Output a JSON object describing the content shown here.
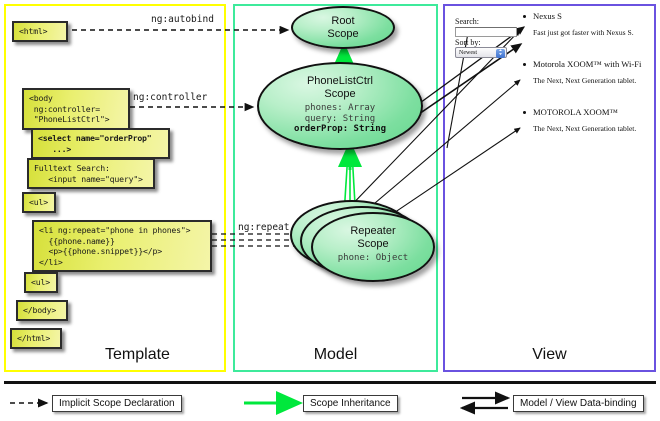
{
  "panels": [
    {
      "id": "template",
      "label": "Template",
      "border_color": "#ffff00"
    },
    {
      "id": "model",
      "label": "Model",
      "border_color": "#3dea9b"
    },
    {
      "id": "view",
      "label": "View",
      "border_color": "#6a52e0"
    }
  ],
  "template": {
    "boxes": [
      {
        "name": "html-open",
        "text": "<html>"
      },
      {
        "name": "body-open",
        "text": "<body\n ng:controller=\n \"PhoneListCtrl\">"
      },
      {
        "name": "select-tag",
        "text": "<select name=\"orderProp\"\n   ...>"
      },
      {
        "name": "fulltext-search",
        "text": "Fulltext Search:\n   <input name=\"query\">"
      },
      {
        "name": "ul-open",
        "text": "<ul>"
      },
      {
        "name": "li-repeat",
        "text": "<li ng:repeat=\"phone in phones\">\n  {{phone.name}}\n  <p>{{phone.snippet}}</p>\n</li>"
      },
      {
        "name": "ul-close",
        "text": "<ul>"
      },
      {
        "name": "body-close",
        "text": "</body>"
      },
      {
        "name": "html-close",
        "text": "</html>"
      }
    ]
  },
  "model": {
    "scopes": [
      {
        "name": "root-scope",
        "title_line1": "Root",
        "title_line2": "Scope",
        "props": []
      },
      {
        "name": "phonelistctrl-scope",
        "title_line1": "PhoneListCtrl",
        "title_line2": "Scope",
        "props": [
          {
            "text": "phones: Array",
            "bold": false
          },
          {
            "text": "query: String",
            "bold": false
          },
          {
            "text": "orderProp: String",
            "bold": true
          }
        ]
      },
      {
        "name": "repeater-scope",
        "title_line1": "Repeater",
        "title_line2": "Scope",
        "props": [
          {
            "text": "phone: Object",
            "bold": false
          }
        ]
      }
    ]
  },
  "edges": {
    "autobind": "ng:autobind",
    "controller": "ng:controller",
    "repeat": "ng:repeat"
  },
  "view": {
    "search_label": "Search:",
    "search_value": "",
    "search_placeholder": "",
    "sort_label": "Sort by:",
    "sort_selected": "Newest",
    "sort_options": [
      "Newest"
    ],
    "phones": [
      {
        "name": "Nexus S",
        "snippet": "Fast just got faster with Nexus S."
      },
      {
        "name": "Motorola XOOM™  with Wi-Fi",
        "snippet": "The Next, Next Generation tablet."
      },
      {
        "name": "MOTOROLA XOOM™",
        "snippet": "The Next, Next Generation tablet."
      }
    ]
  },
  "legend": [
    {
      "name": "implicit-scope-declaration",
      "label": "Implicit Scope Declaration",
      "line_style": "dashed",
      "color": "#111111"
    },
    {
      "name": "scope-inheritance",
      "label": "Scope Inheritance",
      "line_style": "solid",
      "color": "#00e83c"
    },
    {
      "name": "model-view-data-binding",
      "label": "Model / View Data-binding",
      "line_style": "double-arrow",
      "color": "#111111"
    }
  ]
}
